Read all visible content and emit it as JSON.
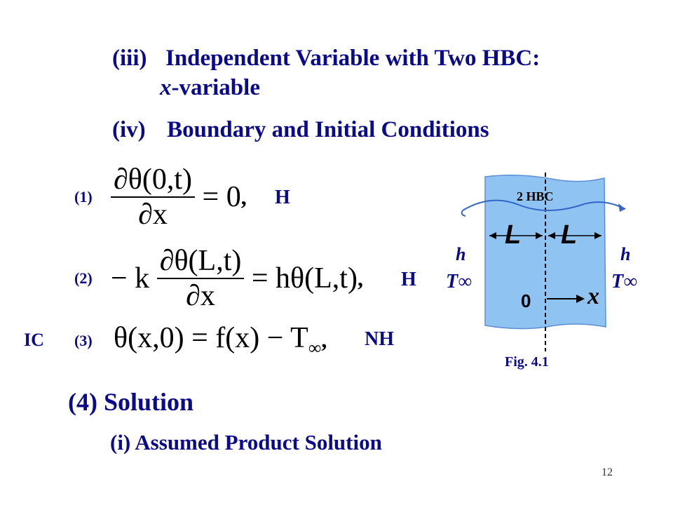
{
  "heading_iii": {
    "prefix": "(iii)",
    "title": "Independent Variable with Two HBC:",
    "var_italic": "x",
    "var_rest": "-variable"
  },
  "heading_iv": {
    "prefix": "(iv)",
    "title": "Boundary and Initial Conditions"
  },
  "equations": {
    "eq1": {
      "label": "(1)",
      "numerator": "∂θ(0,t)",
      "denominator": "∂x",
      "rhs": "= 0",
      "tag": "H"
    },
    "eq2": {
      "label": "(2)",
      "lead": "− k",
      "numerator": "∂θ(L,t)",
      "denominator": "∂x",
      "rhs": "= hθ(L,t)",
      "tag": "H"
    },
    "eq3": {
      "pre": "IC",
      "label": "(3)",
      "lhs": "θ(x,0) = f(x) − T",
      "sub": "∞",
      "tag": "NH"
    }
  },
  "figure": {
    "hbc": "2 HBC",
    "L_left": "L",
    "L_right": "L",
    "h_left": "h",
    "h_right": "h",
    "T_left": "T∞",
    "T_right": "T∞",
    "origin": "0",
    "x_axis": "x",
    "caption": "Fig. 4.1",
    "fill_color": "#8ec3f2"
  },
  "section4": {
    "title": "(4) Solution",
    "sub": "(i) Assumed Product Solution"
  },
  "page_number": "12"
}
